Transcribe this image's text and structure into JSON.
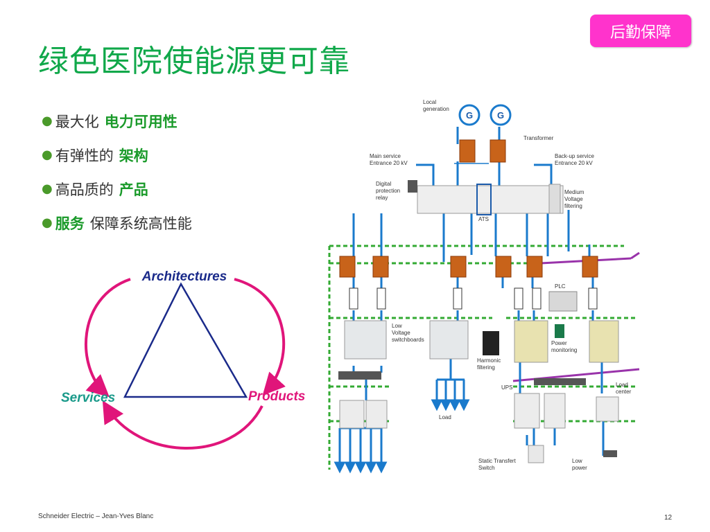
{
  "badge": "后勤保障",
  "title": "绿色医院使能源更可靠",
  "bullets": [
    {
      "pre": "最大化",
      "hl": "电力可用性",
      "post": ""
    },
    {
      "pre": "有弹性的",
      "hl": "架构",
      "post": ""
    },
    {
      "pre": "高品质的",
      "hl": "产品",
      "post": ""
    },
    {
      "pre": "",
      "hl": "服务",
      "post": "保障系统高性能"
    }
  ],
  "triangle": {
    "top": "Architectures",
    "left": "Services",
    "right": "Products",
    "top_color": "#1a2a8a",
    "left_color": "#1a9a8a",
    "right_color": "#e0157a"
  },
  "system": {
    "local_generation": [
      "Local",
      "generation"
    ],
    "gen_symbol": "G",
    "transformer": "Transformer",
    "main_service": [
      "Main service",
      "Entrance 20 kV"
    ],
    "backup_service": [
      "Back-up service",
      "Entrance 20 kV"
    ],
    "digital_relay": [
      "Digital",
      "protection",
      "relay"
    ],
    "medium_voltage": [
      "Medium",
      "Voltage",
      "filtering"
    ],
    "ats": "ATS",
    "plc": "PLC",
    "low_voltage": [
      "Low",
      "Voltage",
      "switchboards"
    ],
    "power_monitoring": [
      "Power",
      "monitoring"
    ],
    "harmonic": [
      "Harmonic",
      "filtering"
    ],
    "ups": "UPS",
    "load_center": [
      "Load",
      "center"
    ],
    "load": "Load",
    "static_switch": [
      "Static Transfert",
      "Switch"
    ],
    "low_power": [
      "Low",
      "power"
    ]
  },
  "footer": {
    "left": "Schneider Electric – Jean-Yves Blanc",
    "page": "12"
  }
}
